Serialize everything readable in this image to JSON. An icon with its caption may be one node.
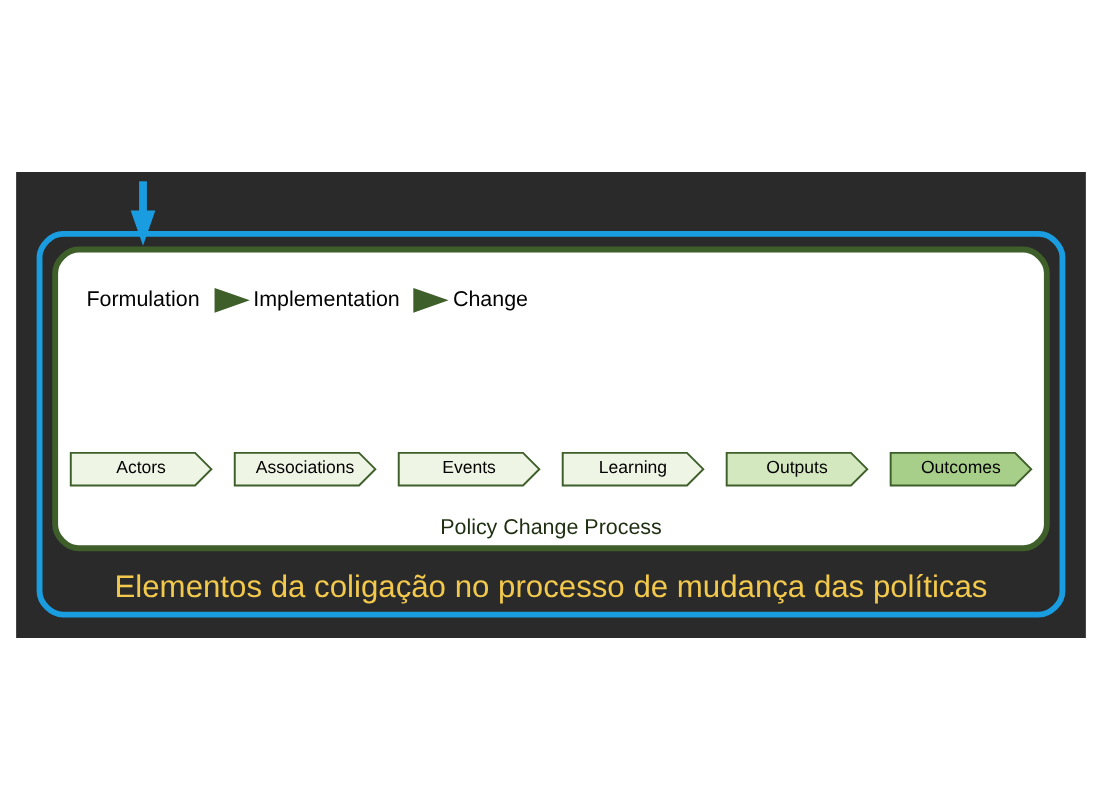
{
  "diagram": {
    "nodes": [
      {
        "text": [
          "Elementos da coligação no processo de mudança das políticas"
        ]
      },
      {
        "text": [
          "Policy Change Process"
        ],
        "in": 0
      },
      {
        "text": [
          "Formulation"
        ],
        "in": 1
      },
      {
        "text": [
          "Implementation"
        ],
        "in": 1
      },
      {
        "text": [
          "Change"
        ],
        "in": 1
      },
      {
        "text": [
          "Actors"
        ],
        "in": 1
      },
      {
        "text": [
          "Associations"
        ],
        "in": 1
      },
      {
        "text": [
          "Events"
        ],
        "in": 1
      },
      {
        "text": [
          "Learning"
        ],
        "in": 1
      },
      {
        "text": [
          "Outputs"
        ],
        "in": 1
      },
      {
        "text": [
          "Outcomes"
        ],
        "in": 1
      }
    ],
    "edges": [
      {
        "from": null,
        "to": 0,
        "arrow": "to",
        "color": "#1a9de0"
      },
      {
        "from": 2,
        "to": 3,
        "arrow": "to",
        "color": "#3e5e2a"
      },
      {
        "from": 3,
        "to": 4,
        "arrow": "to",
        "color": "#3e5e2a"
      }
    ]
  }
}
